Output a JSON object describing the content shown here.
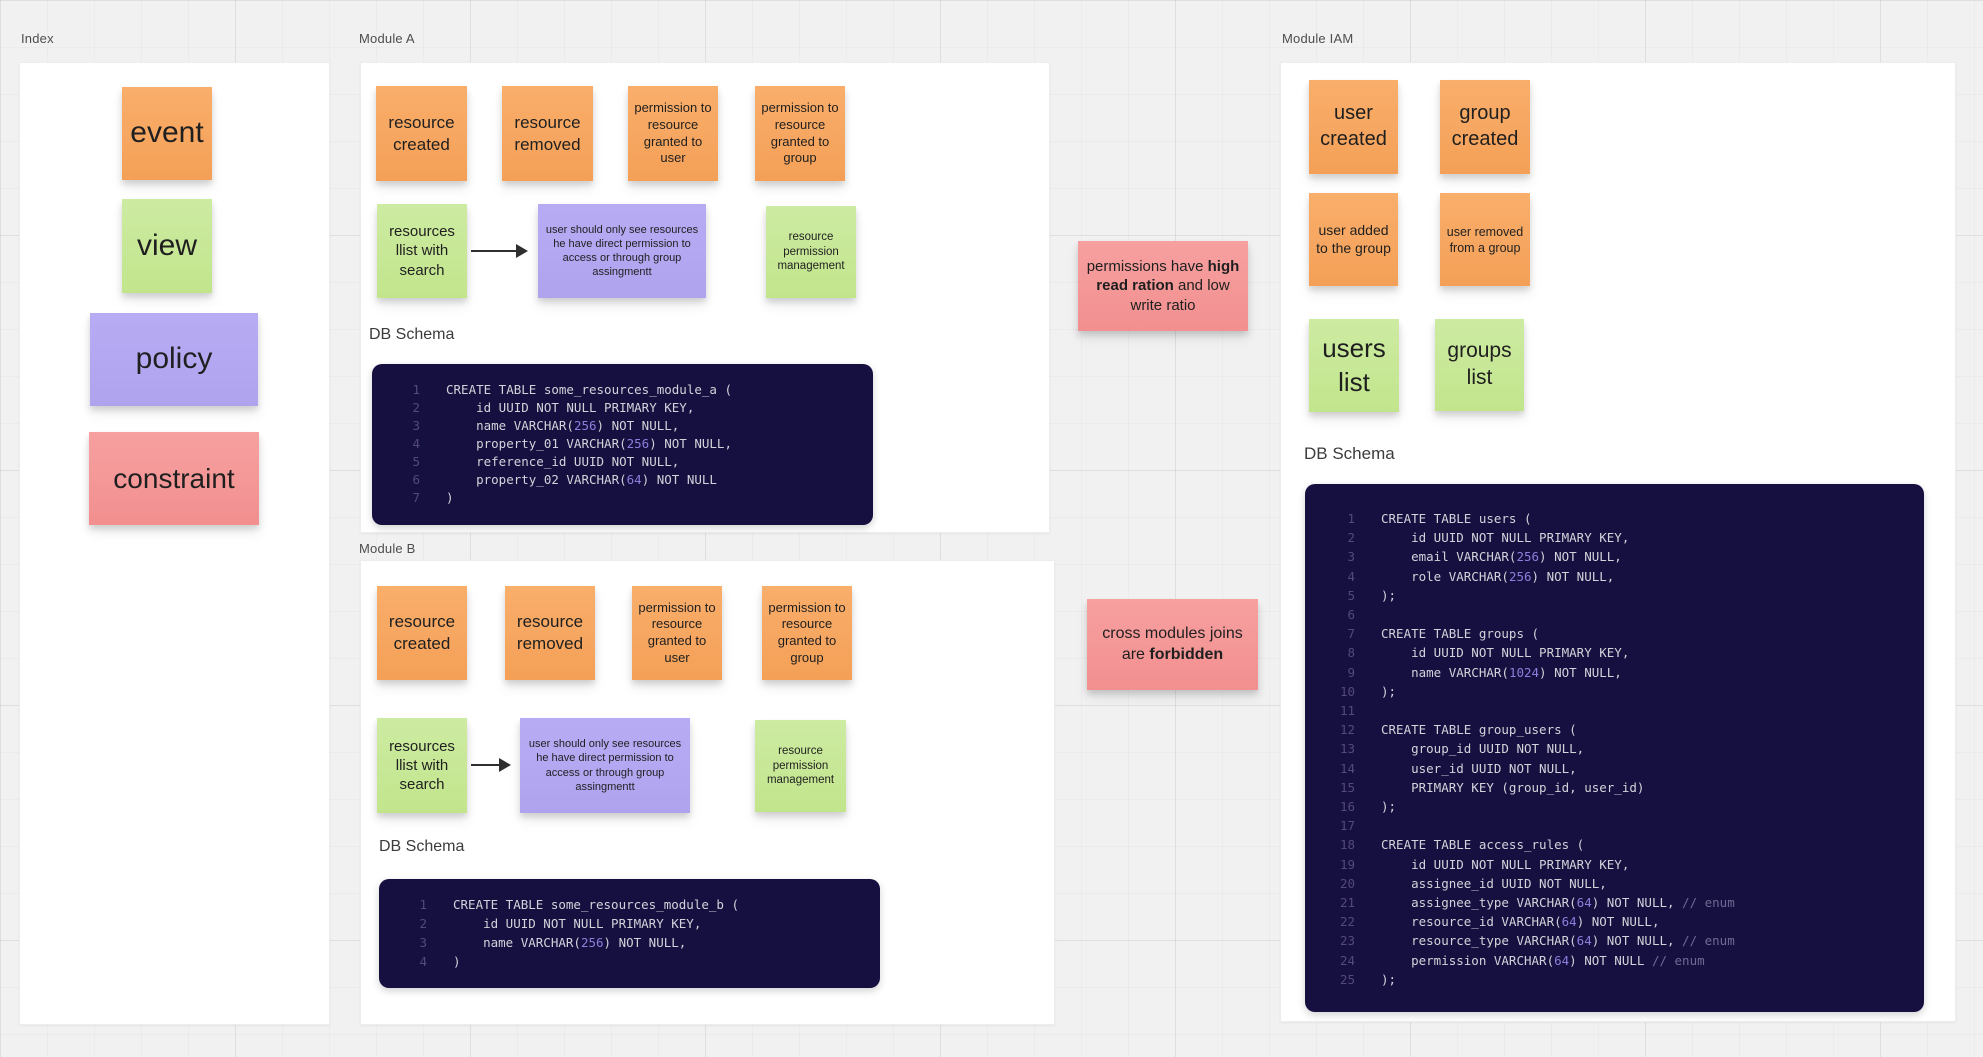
{
  "palette": {
    "canvas_bg": "#f1f1f2",
    "panel_bg": "#ffffff",
    "sticky_orange": "#f6a65f",
    "sticky_green": "#c7e897",
    "sticky_purple": "#b3a7f1",
    "sticky_pink": "#f59898",
    "code_bg": "#161040",
    "code_text": "#d2d3da",
    "code_number_literal": "#8d7ddc",
    "code_comment": "#6f6a94",
    "code_line_number": "#54497c"
  },
  "frames": {
    "index": {
      "title": "Index",
      "stickies": {
        "event": "event",
        "view": "view",
        "policy": "policy",
        "constraint": "constraint"
      }
    },
    "module_a": {
      "title": "Module A",
      "stickies": {
        "resource_created": "resource created",
        "resource_removed": "resource removed",
        "perm_user": "permission to resource granted to user",
        "perm_group": "permission to resource granted to group",
        "resources_list": "resources llist with search",
        "policy_note": "user should only see resources he have direct permission to access or through group assingmentt",
        "perm_mgmt": "resource permission management"
      },
      "schema_heading": "DB Schema",
      "code_lines": [
        {
          "n": "1",
          "s": [
            [
              "CREATE TABLE some_resources_module_a (",
              "p"
            ]
          ]
        },
        {
          "n": "2",
          "s": [
            [
              "    id UUID NOT NULL PRIMARY KEY,",
              "p"
            ]
          ]
        },
        {
          "n": "3",
          "s": [
            [
              "    name VARCHAR(",
              "p"
            ],
            [
              "256",
              "n"
            ],
            [
              ") NOT NULL,",
              "p"
            ]
          ]
        },
        {
          "n": "4",
          "s": [
            [
              "    property_01 VARCHAR(",
              "p"
            ],
            [
              "256",
              "n"
            ],
            [
              ") NOT NULL,",
              "p"
            ]
          ]
        },
        {
          "n": "5",
          "s": [
            [
              "    reference_id UUID NOT NULL,",
              "p"
            ]
          ]
        },
        {
          "n": "6",
          "s": [
            [
              "    property_02 VARCHAR(",
              "p"
            ],
            [
              "64",
              "n"
            ],
            [
              ") NOT NULL",
              "p"
            ]
          ]
        },
        {
          "n": "7",
          "s": [
            [
              ")",
              "p"
            ]
          ]
        }
      ]
    },
    "module_b": {
      "title": "Module B",
      "stickies": {
        "resource_created": "resource created",
        "resource_removed": "resource removed",
        "perm_user": "permission to resource granted to user",
        "perm_group": "permission to resource granted to group",
        "resources_list": "resources llist with search",
        "policy_note": "user should only see resources he have direct permission to access or through group assingmentt",
        "perm_mgmt": "resource permission management"
      },
      "schema_heading": "DB Schema",
      "code_lines": [
        {
          "n": "1",
          "s": [
            [
              "CREATE TABLE some_resources_module_b (",
              "p"
            ]
          ]
        },
        {
          "n": "2",
          "s": [
            [
              "    id UUID NOT NULL PRIMARY KEY,",
              "p"
            ]
          ]
        },
        {
          "n": "3",
          "s": [
            [
              "    name VARCHAR(",
              "p"
            ],
            [
              "256",
              "n"
            ],
            [
              ") NOT NULL,",
              "p"
            ]
          ]
        },
        {
          "n": "4",
          "s": [
            [
              ")",
              "p"
            ]
          ]
        }
      ]
    },
    "module_iam": {
      "title": "Module IAM",
      "stickies": {
        "user_created": "user created",
        "group_created": "group created",
        "user_added": "user added to the group",
        "user_removed": "user removed from a group",
        "users_list": "users list",
        "groups_list": "groups list"
      },
      "schema_heading": "DB Schema",
      "code_lines": [
        {
          "n": "1",
          "s": [
            [
              "CREATE TABLE users (",
              "p"
            ]
          ]
        },
        {
          "n": "2",
          "s": [
            [
              "    id UUID NOT NULL PRIMARY KEY,",
              "p"
            ]
          ]
        },
        {
          "n": "3",
          "s": [
            [
              "    email VARCHAR(",
              "p"
            ],
            [
              "256",
              "n"
            ],
            [
              ") NOT NULL,",
              "p"
            ]
          ]
        },
        {
          "n": "4",
          "s": [
            [
              "    role VARCHAR(",
              "p"
            ],
            [
              "256",
              "n"
            ],
            [
              ") NOT NULL,",
              "p"
            ]
          ]
        },
        {
          "n": "5",
          "s": [
            [
              ");",
              "p"
            ]
          ]
        },
        {
          "n": "6",
          "s": [
            [
              "",
              "p"
            ]
          ]
        },
        {
          "n": "7",
          "s": [
            [
              "CREATE TABLE groups (",
              "p"
            ]
          ]
        },
        {
          "n": "8",
          "s": [
            [
              "    id UUID NOT NULL PRIMARY KEY,",
              "p"
            ]
          ]
        },
        {
          "n": "9",
          "s": [
            [
              "    name VARCHAR(",
              "p"
            ],
            [
              "1024",
              "n"
            ],
            [
              ") NOT NULL,",
              "p"
            ]
          ]
        },
        {
          "n": "10",
          "s": [
            [
              ");",
              "p"
            ]
          ]
        },
        {
          "n": "11",
          "s": [
            [
              "",
              "p"
            ]
          ]
        },
        {
          "n": "12",
          "s": [
            [
              "CREATE TABLE group_users (",
              "p"
            ]
          ]
        },
        {
          "n": "13",
          "s": [
            [
              "    group_id UUID NOT NULL,",
              "p"
            ]
          ]
        },
        {
          "n": "14",
          "s": [
            [
              "    user_id UUID NOT NULL,",
              "p"
            ]
          ]
        },
        {
          "n": "15",
          "s": [
            [
              "    PRIMARY KEY (group_id, user_id)",
              "p"
            ]
          ]
        },
        {
          "n": "16",
          "s": [
            [
              ");",
              "p"
            ]
          ]
        },
        {
          "n": "17",
          "s": [
            [
              "",
              "p"
            ]
          ]
        },
        {
          "n": "18",
          "s": [
            [
              "CREATE TABLE access_rules (",
              "p"
            ]
          ]
        },
        {
          "n": "19",
          "s": [
            [
              "    id UUID NOT NULL PRIMARY KEY,",
              "p"
            ]
          ]
        },
        {
          "n": "20",
          "s": [
            [
              "    assignee_id UUID NOT NULL,",
              "p"
            ]
          ]
        },
        {
          "n": "21",
          "s": [
            [
              "    assignee_type VARCHAR(",
              "p"
            ],
            [
              "64",
              "n"
            ],
            [
              ") NOT NULL, ",
              "p"
            ],
            [
              "// enum",
              "c"
            ]
          ]
        },
        {
          "n": "22",
          "s": [
            [
              "    resource_id VARCHAR(",
              "p"
            ],
            [
              "64",
              "n"
            ],
            [
              ") NOT NULL,",
              "p"
            ]
          ]
        },
        {
          "n": "23",
          "s": [
            [
              "    resource_type VARCHAR(",
              "p"
            ],
            [
              "64",
              "n"
            ],
            [
              ") NOT NULL, ",
              "p"
            ],
            [
              "// enum",
              "c"
            ]
          ]
        },
        {
          "n": "24",
          "s": [
            [
              "    permission VARCHAR(",
              "p"
            ],
            [
              "64",
              "n"
            ],
            [
              ") NOT NULL ",
              "p"
            ],
            [
              "// enum",
              "c"
            ]
          ]
        },
        {
          "n": "25",
          "s": [
            [
              ");",
              "p"
            ]
          ]
        }
      ]
    }
  },
  "notes": {
    "read_ratio": {
      "pre": "permissions have ",
      "bold": "high read ration",
      "post": " and low write ratio"
    },
    "cross_joins": {
      "pre": "cross modules joins are ",
      "bold": "forbidden",
      "post": ""
    }
  }
}
